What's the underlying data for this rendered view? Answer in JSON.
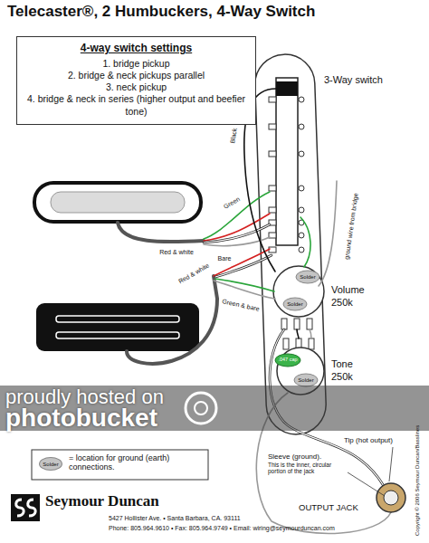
{
  "diagram": {
    "title": "Telecaster®, 2 Humbuckers, 4-Way Switch",
    "nodes": [
      {
        "text": [
          "4-way switch settings",
          "1. bridge pickup",
          "2. bridge & neck pickups parallel",
          "3. neck pickup",
          "4. bridge & neck in series (higher output and beefier tone)"
        ]
      }
    ],
    "labels": [
      "3-Way switch",
      "Black",
      "Red & white",
      "Green",
      "Bare",
      "Red & white",
      "Green & bare",
      "ground wire from bridge",
      "Solder",
      "Solder",
      "Volume",
      "250k",
      "Tone",
      "250k",
      ".047 cap",
      "Solder",
      "Solder",
      "Tip (hot output)",
      "Sleeve (ground).",
      "This is the inner, circular portion of the jack",
      "OUTPUT JACK",
      "Seymour Duncan",
      "5427 Hollister Ave. • Santa Barbara, CA. 93111",
      "Phone: 805.964.9610 • Fax: 805.964.9749 • Email: wiring@seymourduncan.com",
      "Copyright © 2006 Seymour Duncan/Basslines",
      "proudly hosted on",
      "photobucket"
    ],
    "legend": [
      {
        "text": "= location for ground (earth) connections.",
        "color": "#c4c4c4"
      }
    ]
  }
}
